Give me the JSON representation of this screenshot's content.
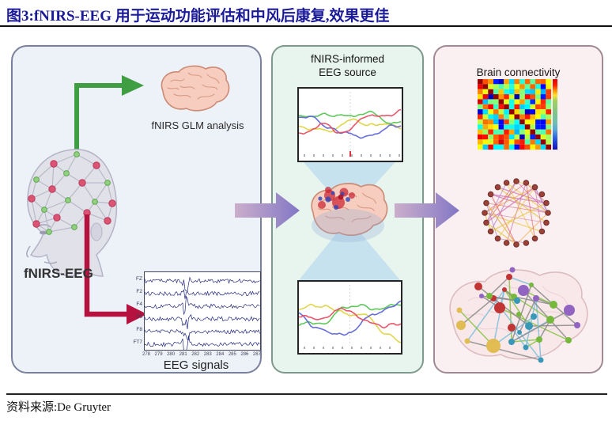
{
  "figure": {
    "title": "图3:fNIRS-EEG 用于运动功能评估和中风后康复,效果更佳",
    "source": "资料来源:De Gruyter"
  },
  "left_panel": {
    "glm_label": "fNIRS GLM analysis",
    "device_label": "fNIRS-EEG",
    "eeg_caption": "EEG signals",
    "eeg_channels": [
      "FZ",
      "F2",
      "F4",
      "F6",
      "F8",
      "FT7"
    ],
    "eeg_xticks": [
      "278",
      "279",
      "280",
      "281",
      "282",
      "283",
      "284",
      "285",
      "286",
      "287"
    ]
  },
  "middle_panel": {
    "title_line1": "fNIRS-informed",
    "title_line2": "EEG source"
  },
  "right_panel": {
    "title": "Brain connectivity"
  },
  "colors": {
    "title_text": "#1b1b9a",
    "green_arrow": "#3f9e42",
    "red_arrow": "#b5123f",
    "purple_arrow_start": "#cbaecb",
    "purple_arrow_end": "#8277c5",
    "eeg_trace": "#232a7d",
    "trace_yellow": "#ddd23c",
    "trace_green": "#52c24e",
    "trace_blue": "#5b63d8",
    "trace_red": "#e8485f",
    "electrode_pink": "#dd5374",
    "electrode_green": "#90d07e",
    "brain_fill": "#f6cdbf",
    "brain_stroke": "#cc8a74"
  }
}
